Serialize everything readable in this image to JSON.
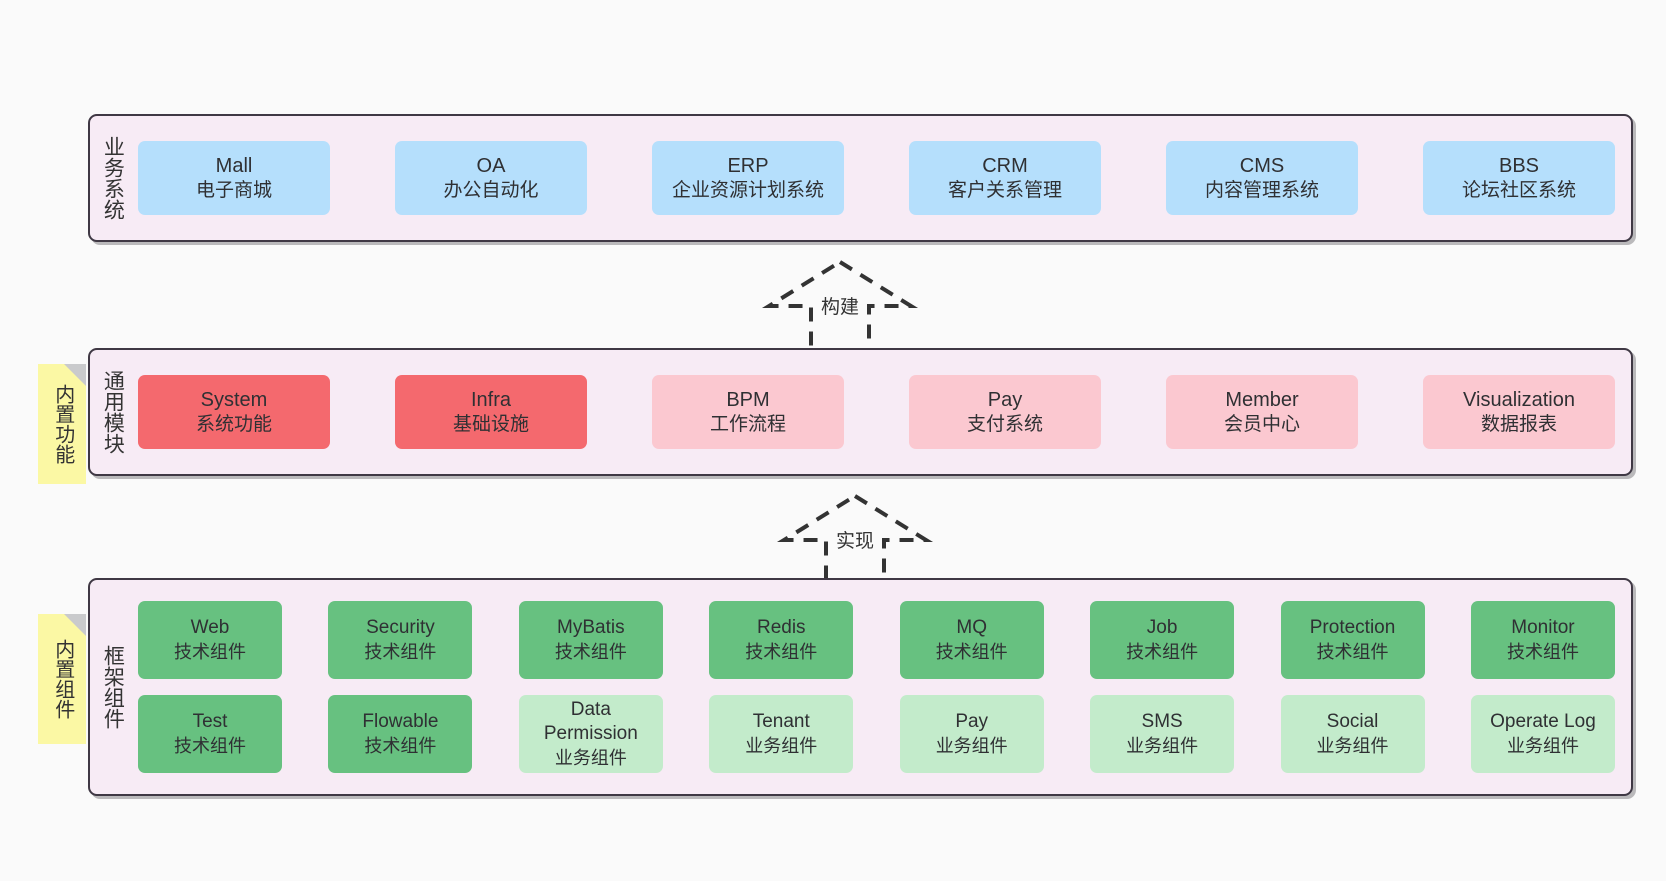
{
  "diagram": {
    "background": "#fafafa",
    "colors": {
      "layer_background": "#f7ebf5",
      "layer_border": "#3f3844",
      "business_card": "#b5dffc",
      "module_core": "#f4696e",
      "module_card": "#fbc8d0",
      "tech_component": "#67c180",
      "business_component": "#c3ebcb",
      "sticky_note": "#fbf8a4",
      "sticky_fold": "#c9cacc",
      "text": "#333333"
    }
  },
  "layers": {
    "business": {
      "title": "业务系统",
      "cards": [
        {
          "name": "Mall",
          "desc": "电子商城"
        },
        {
          "name": "OA",
          "desc": "办公自动化"
        },
        {
          "name": "ERP",
          "desc": "企业资源计划系统"
        },
        {
          "name": "CRM",
          "desc": "客户关系管理"
        },
        {
          "name": "CMS",
          "desc": "内容管理系统"
        },
        {
          "name": "BBS",
          "desc": "论坛社区系统"
        }
      ]
    },
    "modules": {
      "title": "通用模块",
      "sticky": "内置功能",
      "cards": [
        {
          "name": "System",
          "desc": "系统功能",
          "style": "red"
        },
        {
          "name": "Infra",
          "desc": "基础设施",
          "style": "red"
        },
        {
          "name": "BPM",
          "desc": "工作流程",
          "style": "pink"
        },
        {
          "name": "Pay",
          "desc": "支付系统",
          "style": "pink"
        },
        {
          "name": "Member",
          "desc": "会员中心",
          "style": "pink"
        },
        {
          "name": "Visualization",
          "desc": "数据报表",
          "style": "pink"
        }
      ]
    },
    "framework": {
      "title": "框架组件",
      "sticky": "内置组件",
      "row1": [
        {
          "name": "Web",
          "desc": "技术组件"
        },
        {
          "name": "Security",
          "desc": "技术组件"
        },
        {
          "name": "MyBatis",
          "desc": "技术组件"
        },
        {
          "name": "Redis",
          "desc": "技术组件"
        },
        {
          "name": "MQ",
          "desc": "技术组件"
        },
        {
          "name": "Job",
          "desc": "技术组件"
        },
        {
          "name": "Protection",
          "desc": "技术组件"
        },
        {
          "name": "Monitor",
          "desc": "技术组件"
        }
      ],
      "row2": [
        {
          "name": "Test",
          "desc": "技术组件",
          "style": "green"
        },
        {
          "name": "Flowable",
          "desc": "技术组件",
          "style": "green"
        },
        {
          "name": "Data Permission",
          "desc": "业务组件",
          "style": "lightgreen"
        },
        {
          "name": "Tenant",
          "desc": "业务组件",
          "style": "lightgreen"
        },
        {
          "name": "Pay",
          "desc": "业务组件",
          "style": "lightgreen"
        },
        {
          "name": "SMS",
          "desc": "业务组件",
          "style": "lightgreen"
        },
        {
          "name": "Social",
          "desc": "业务组件",
          "style": "lightgreen"
        },
        {
          "name": "Operate Log",
          "desc": "业务组件",
          "style": "lightgreen"
        }
      ]
    }
  },
  "connectors": [
    {
      "id": "build",
      "label": "构建"
    },
    {
      "id": "realize",
      "label": "实现"
    }
  ]
}
